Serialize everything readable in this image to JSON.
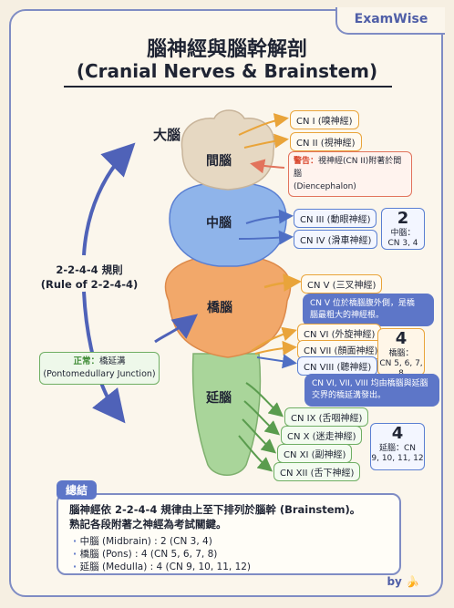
{
  "brand": "ExamWise",
  "title_zh": "腦神經與腦幹解剖",
  "title_en": "(Cranial Nerves & Brainstem)",
  "regions": {
    "cerebrum": "大腦",
    "diencephalon": "間腦",
    "midbrain": "中腦",
    "pons": "橋腦",
    "medulla": "延腦"
  },
  "nerves": {
    "cn1": "CN I (嗅神經)",
    "cn2": "CN II (視神經)",
    "cn3": "CN III (動眼神經)",
    "cn4": "CN IV (滑車神經)",
    "cn5": "CN V (三叉神經)",
    "cn6": "CN VI (外旋神經)",
    "cn7": "CN VII (顏面神經)",
    "cn8": "CN VIII (聽神經)",
    "cn9": "CN IX (舌咽神經)",
    "cn10": "CN X (迷走神經)",
    "cn11": "CN XI (副神經)",
    "cn12": "CN XII (舌下神經)"
  },
  "warning": {
    "label": "警告：",
    "text": "視神經(CN II)附著於間腦",
    "en": "(Diencephalon)"
  },
  "counts": {
    "midbrain": {
      "num": "2",
      "label": "中腦：",
      "detail": "CN 3, 4"
    },
    "pons": {
      "num": "4",
      "label": "橋腦：",
      "detail": "CN 5, 6, 7, 8"
    },
    "medulla": {
      "num": "4",
      "label": "延腦：CN",
      "detail": "9, 10, 11, 12"
    }
  },
  "notes": {
    "cn5_line1": "CN V 位於橋腦腹外側，是橋",
    "cn5_line2": "腦最粗大的神經根。",
    "junction_line1": "CN VI, VII, VIII 均由橋腦與延腦",
    "junction_line2": "交界的橋延溝發出。"
  },
  "rule": {
    "line1": "2-2-4-4 規則",
    "line2": "(Rule of 2-2-4-4)"
  },
  "junction": {
    "label": "正常：",
    "name": "橋延溝",
    "en": "(Pontomedullary Junction)"
  },
  "summary": {
    "tag": "總結",
    "line1": "腦神經依 2-2-4-4 規律由上至下排列於腦幹 (Brainstem)。",
    "line2": "熟記各段附著之神經為考試關鍵。",
    "items": [
      "中腦 (Midbrain) : 2 (CN 3, 4)",
      "橋腦 (Pons) : 4 (CN 5, 6, 7, 8)",
      "延腦 (Medulla) : 4 (CN 9, 10, 11, 12)"
    ]
  },
  "credit": "by 🍌",
  "colors": {
    "frame": "#7f8cc4",
    "cerebrum": "#e6d8c2",
    "midbrain": "#8fb4ea",
    "pons": "#f2a86a",
    "medulla": "#a9d59a",
    "warning": "#e2735c"
  }
}
